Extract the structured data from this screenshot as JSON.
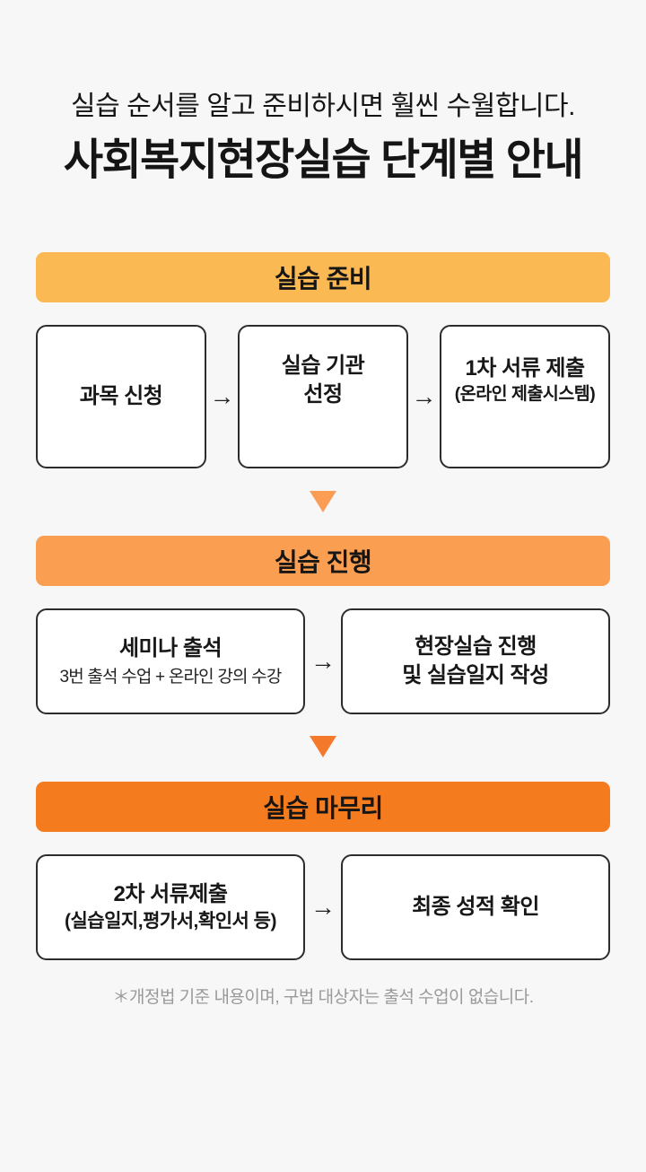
{
  "page": {
    "subtitle": "실습 순서를 알고 준비하시면 훨씬 수월합니다.",
    "title": "사회복지현장실습 단계별 안내",
    "footnote": "＊개정법 기준 내용이며, 구법 대상자는 출석 수업이 없습니다."
  },
  "colors": {
    "background": "#F7F7F8",
    "stage1": "#FBB954",
    "stage2": "#FA9E52",
    "stage3": "#F57C1E",
    "arrow1": "#FB9D55",
    "arrow2": "#F4792B",
    "box_bg": "#FFFFFF",
    "box_border": "#2C2C2C",
    "title_text": "#151515",
    "footnote_text": "#9A9A9A"
  },
  "icons": {
    "right_arrow": "→",
    "down_arrow": "▼"
  },
  "sections": [
    {
      "header": "실습 준비",
      "boxes": [
        {
          "lines": [
            "과목 신청"
          ]
        },
        {
          "lines": [
            "실습 기관",
            "선정"
          ]
        },
        {
          "lines": [
            "1차 서류 제출",
            "(온라인 제출시스템)"
          ]
        }
      ]
    },
    {
      "header": "실습 진행",
      "boxes": [
        {
          "lines": [
            "세미나 출석",
            "3번 출석 수업 + 온라인 강의 수강"
          ]
        },
        {
          "lines": [
            "현장실습 진행",
            "및 실습일지 작성"
          ]
        }
      ]
    },
    {
      "header": "실습 마무리",
      "boxes": [
        {
          "lines": [
            "2차 서류제출",
            "(실습일지,평가서,확인서 등)"
          ]
        },
        {
          "lines": [
            "최종 성적 확인"
          ]
        }
      ]
    }
  ]
}
